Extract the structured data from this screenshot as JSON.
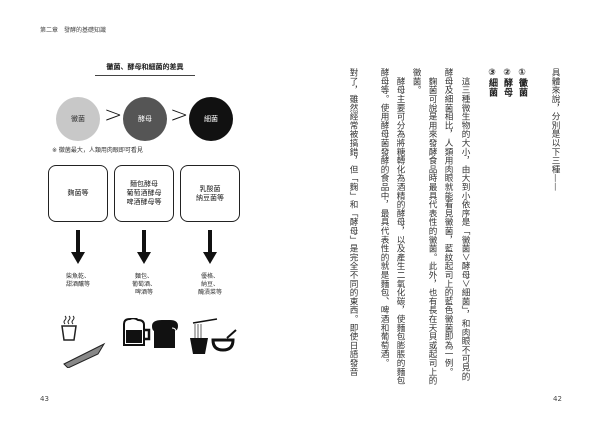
{
  "left_page": {
    "header": "第二章　發酵的基礎知識",
    "figure_title": "黴菌、酵母和細菌的差異",
    "circles": [
      {
        "label": "黴菌",
        "color": "#c8c8c8",
        "text_color": "#333333"
      },
      {
        "label": "酵母",
        "color": "#555555",
        "text_color": "#ffffff"
      },
      {
        "label": "細菌",
        "color": "#111111",
        "text_color": "#ffffff"
      }
    ],
    "comparison_symbol": ">",
    "note": "※ 黴菌最大，人類用肉眼即可看見",
    "boxes": [
      {
        "lines": [
          "麴菌等"
        ]
      },
      {
        "lines": [
          "麵包酵母",
          "葡萄酒酵母",
          "啤酒酵母等"
        ]
      },
      {
        "lines": [
          "乳酸菌",
          "納豆菌等"
        ]
      }
    ],
    "foods": [
      {
        "lines": [
          "柴魚乾、",
          "甜酒釀等"
        ]
      },
      {
        "lines": [
          "麵包、",
          "葡萄酒、",
          "啤酒等"
        ]
      },
      {
        "lines": [
          "優格、",
          "納豆、",
          "醃漬菜等"
        ]
      }
    ],
    "page_number": "43"
  },
  "right_page": {
    "columns": [
      "具體來說，分別是以下三種——",
      "①黴菌",
      "②酵母",
      "③細菌",
      "　這三種微生物的大小，由大到小依序是「黴菌＞酵母＞細菌」，和肉眼不可見的",
      "酵母及細菌相比，人類用肉眼就能看見黴菌，藍紋起司上的藍色黴菌即為一例。",
      "　麴菌可說是用來發酵食品時最具代表性的黴菌。此外，也有長在天貝或起司上的",
      "黴菌。",
      "　酵母主要可分為將糖轉化為酒精的酵母，以及產生二氧化碳，使麵包膨脹的麵包",
      "酵母等。使用酵母菌發酵的食品中，最具代表性的就是麵包、啤酒和葡萄酒。",
      "對了，雖然經常被搞錯，但「麴」和「酵母」是完全不同的東西。即使日語發音"
    ],
    "page_number": "42"
  }
}
